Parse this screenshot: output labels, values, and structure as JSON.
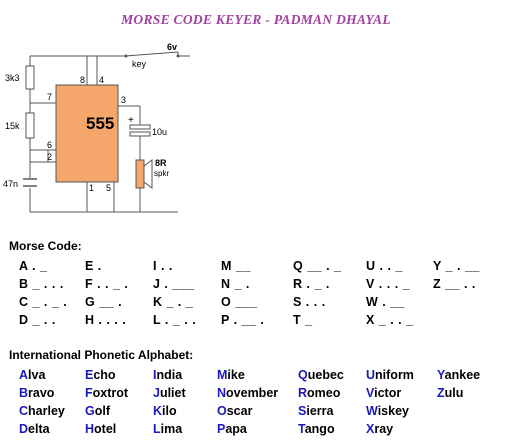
{
  "title": "MORSE CODE KEYER - PADMAN DHAYAL",
  "circuit": {
    "ic_label": "555",
    "pins": [
      "8",
      "4",
      "7",
      "3",
      "6",
      "2",
      "1",
      "5"
    ],
    "components": {
      "r1": "3k3",
      "r2": "15k",
      "c1": "47n",
      "c2": "10u",
      "plus": "+",
      "speaker": [
        "8R",
        "spkr"
      ],
      "supply": "6v",
      "key": "key"
    }
  },
  "morse": {
    "heading": "Morse Code:",
    "columns": [
      [
        "A._",
        "B_...",
        "C_._.",
        "D_.."
      ],
      [
        "E.",
        "F.._.",
        "G__.",
        "H...."
      ],
      [
        "I..",
        "J.___",
        "K_._",
        "L._.."
      ],
      [
        "M__",
        "N_.",
        "O___",
        "P.__."
      ],
      [
        "Q__._",
        "R._.",
        "S...",
        "T_"
      ],
      [
        "U.._",
        "V..._",
        "W.__",
        "X_.._"
      ],
      [
        "Y_.__",
        "Z__..",
        "",
        ""
      ]
    ]
  },
  "phonetic": {
    "heading": "International Phonetic Alphabet:",
    "columns": [
      [
        "Alva",
        "Bravo",
        "Charley",
        "Delta"
      ],
      [
        "Echo",
        "Foxtrot",
        "Golf",
        "Hotel"
      ],
      [
        "India",
        "Juliet",
        "Kilo",
        "Lima"
      ],
      [
        "Mike",
        "November",
        "Oscar",
        "Papa"
      ],
      [
        "Quebec",
        "Romeo",
        "Sierra",
        "Tango"
      ],
      [
        "Uniform",
        "Victor",
        "Wiskey",
        "Xray"
      ],
      [
        "Yankee",
        "Zulu",
        "",
        ""
      ]
    ]
  }
}
